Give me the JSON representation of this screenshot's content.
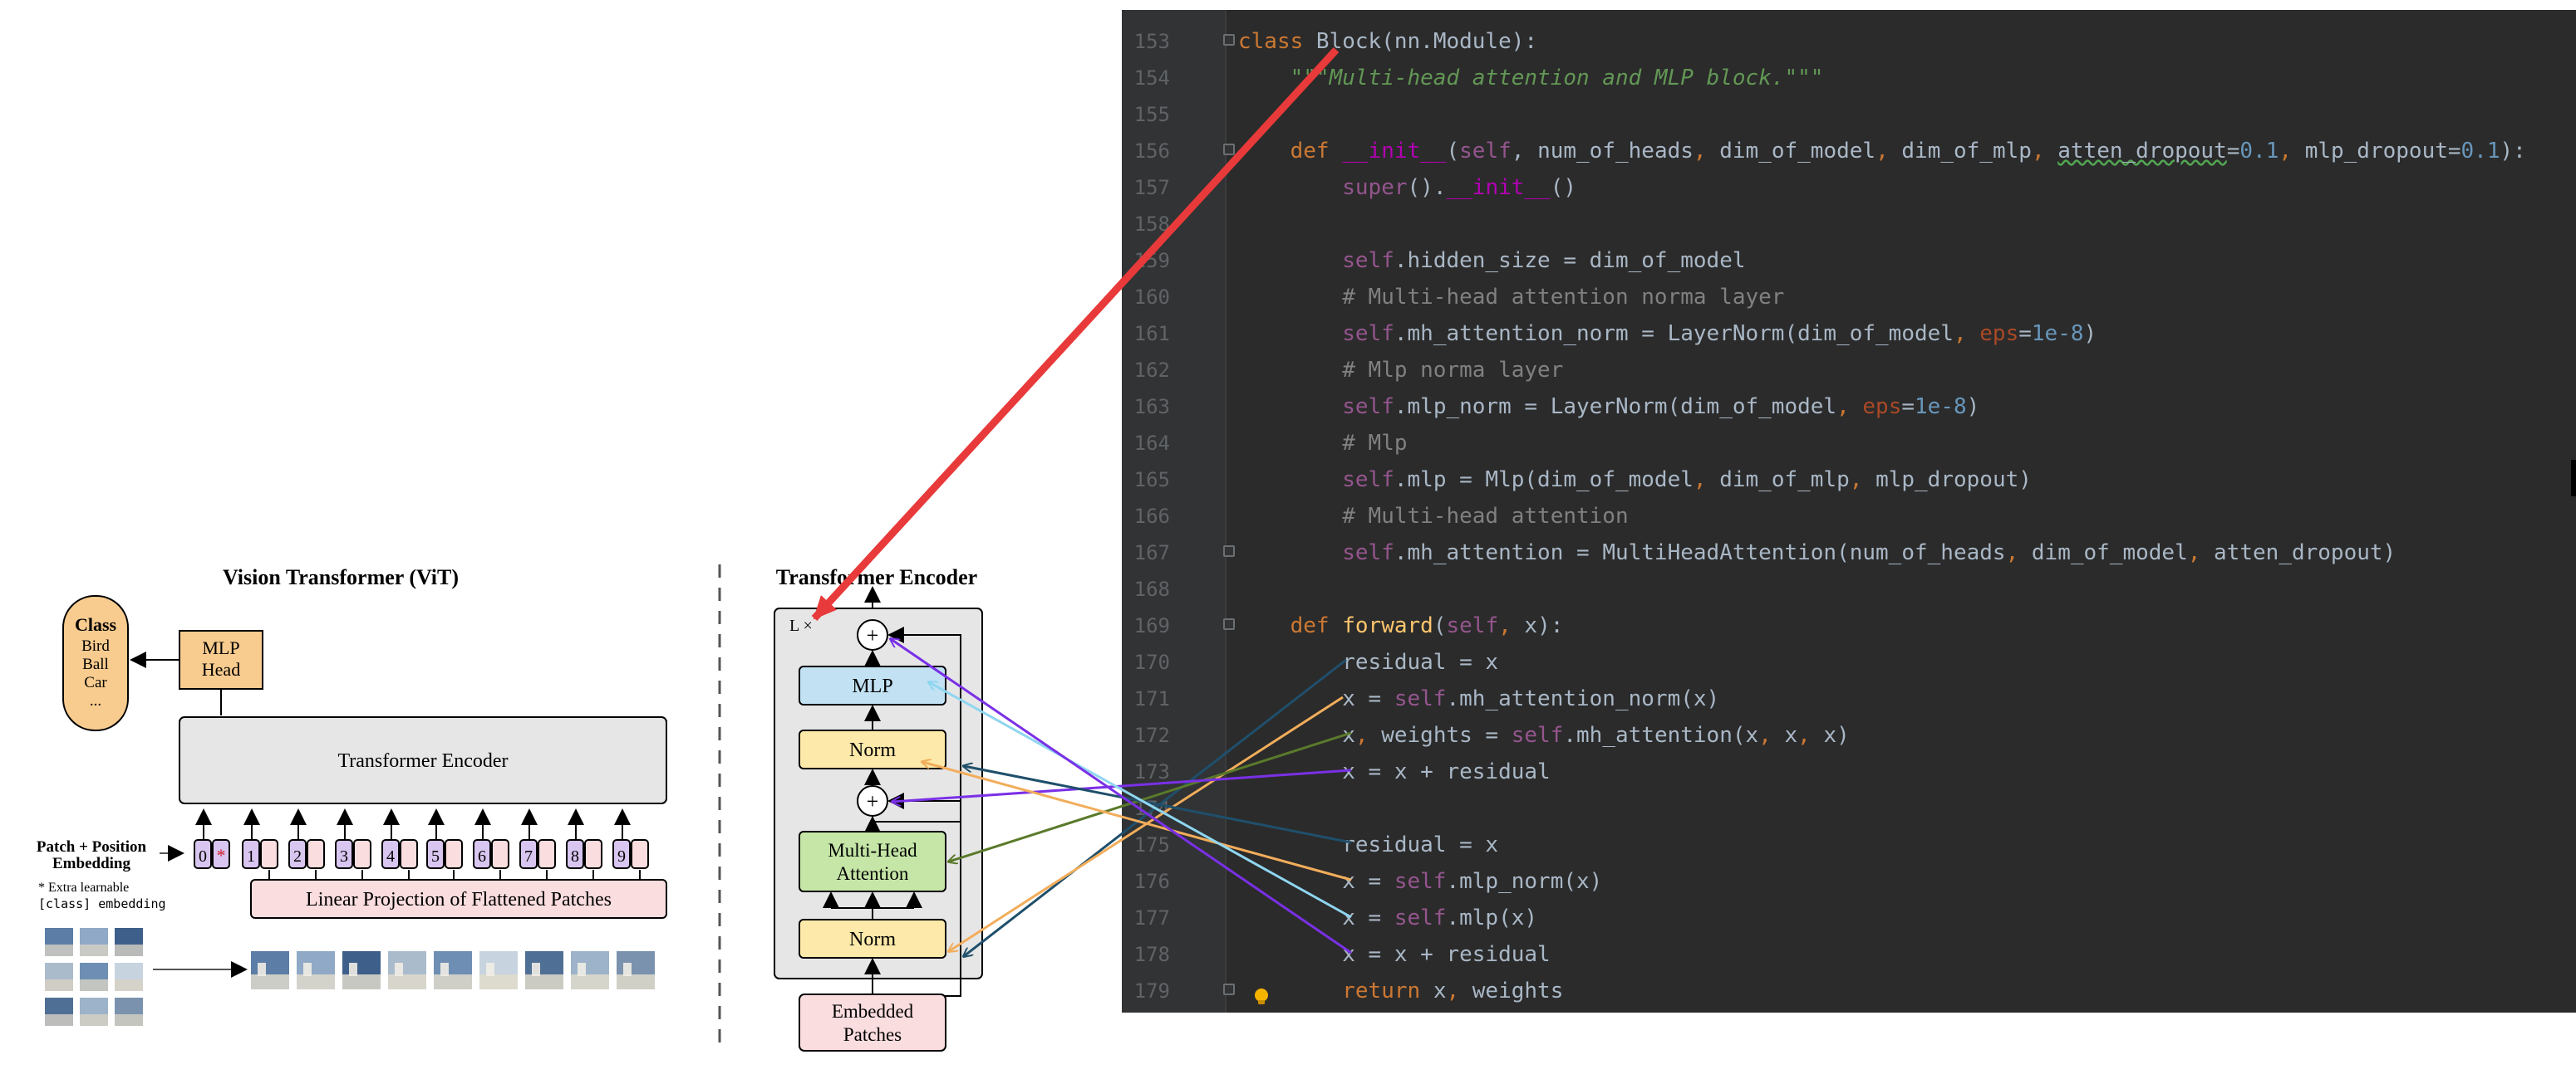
{
  "left": {
    "title": "Vision Transformer (ViT)",
    "class_box": {
      "title": "Class",
      "items": [
        "Bird",
        "Ball",
        "Car",
        "..."
      ]
    },
    "mlp_head": [
      "MLP",
      "Head"
    ],
    "transformer_encoder": "Transformer Encoder",
    "patch_embedding_label": [
      "Patch + Position",
      "Embedding"
    ],
    "extra_note": [
      "* Extra learnable",
      "[class] embedding"
    ],
    "tokens": [
      "0",
      "1",
      "2",
      "3",
      "4",
      "5",
      "6",
      "7",
      "8",
      "9"
    ],
    "star": "*",
    "linear_projection": "Linear Projection of Flattened Patches"
  },
  "right": {
    "title": "Transformer Encoder",
    "repeat_label": "L ×",
    "mlp": "MLP",
    "norm": "Norm",
    "mha": [
      "Multi-Head",
      "Attention"
    ],
    "plus": "+",
    "embedded_patches": [
      "Embedded",
      "Patches"
    ]
  },
  "code": {
    "lines": [
      {
        "n": "153",
        "fold": true,
        "t": [
          [
            "class ",
            "k-kw"
          ],
          [
            "Block",
            "k-cls"
          ],
          [
            "(nn.Module):",
            ""
          ]
        ]
      },
      {
        "n": "154",
        "t": [
          [
            "    ",
            ""
          ],
          [
            "\"\"\"Multi-head attention and MLP block.\"\"\"",
            "k-doc"
          ]
        ]
      },
      {
        "n": "155",
        "t": []
      },
      {
        "n": "156",
        "fold": true,
        "t": [
          [
            "    ",
            ""
          ],
          [
            "def ",
            "k-kw"
          ],
          [
            "__init__",
            "k-magic"
          ],
          [
            "(",
            ""
          ],
          [
            "self",
            "k-self"
          ],
          [
            ", num_of_heads",
            ""
          ],
          [
            ", ",
            "k-kw"
          ],
          [
            "dim_of_model",
            ""
          ],
          [
            ", ",
            "k-kw"
          ],
          [
            "dim_of_mlp",
            ""
          ],
          [
            ", ",
            "k-kw"
          ],
          [
            "atten_dropout",
            "k-sq"
          ],
          [
            "=",
            ""
          ],
          [
            "0.1",
            "k-num"
          ],
          [
            ", ",
            "k-kw"
          ],
          [
            "mlp_dropout=",
            ""
          ],
          [
            "0.1",
            "k-num"
          ],
          [
            "):",
            ""
          ]
        ]
      },
      {
        "n": "157",
        "t": [
          [
            "        ",
            ""
          ],
          [
            "super",
            "k-self"
          ],
          [
            "().",
            ""
          ],
          [
            "__init__",
            "k-magic"
          ],
          [
            "()",
            ""
          ]
        ]
      },
      {
        "n": "158",
        "t": []
      },
      {
        "n": "159",
        "t": [
          [
            "        ",
            ""
          ],
          [
            "self",
            "k-self"
          ],
          [
            ".hidden_size = dim_of_model",
            ""
          ]
        ]
      },
      {
        "n": "160",
        "t": [
          [
            "        ",
            ""
          ],
          [
            "# Multi-head attention norma layer",
            "k-com"
          ]
        ]
      },
      {
        "n": "161",
        "t": [
          [
            "        ",
            ""
          ],
          [
            "self",
            "k-self"
          ],
          [
            ".mh_attention_norm = LayerNorm(dim_of_model",
            ""
          ],
          [
            ", ",
            "k-kw"
          ],
          [
            "eps",
            "k-param"
          ],
          [
            "=",
            ""
          ],
          [
            "1e-8",
            "k-num"
          ],
          [
            ")",
            ""
          ]
        ]
      },
      {
        "n": "162",
        "t": [
          [
            "        ",
            ""
          ],
          [
            "# Mlp norma layer",
            "k-com"
          ]
        ]
      },
      {
        "n": "163",
        "t": [
          [
            "        ",
            ""
          ],
          [
            "self",
            "k-self"
          ],
          [
            ".mlp_norm = LayerNorm(dim_of_model",
            ""
          ],
          [
            ", ",
            "k-kw"
          ],
          [
            "eps",
            "k-param"
          ],
          [
            "=",
            ""
          ],
          [
            "1e-8",
            "k-num"
          ],
          [
            ")",
            ""
          ]
        ]
      },
      {
        "n": "164",
        "t": [
          [
            "        ",
            ""
          ],
          [
            "# Mlp",
            "k-com"
          ]
        ]
      },
      {
        "n": "165",
        "t": [
          [
            "        ",
            ""
          ],
          [
            "self",
            "k-self"
          ],
          [
            ".mlp = Mlp(dim_of_model",
            ""
          ],
          [
            ", ",
            "k-kw"
          ],
          [
            "dim_of_mlp",
            ""
          ],
          [
            ", ",
            "k-kw"
          ],
          [
            "mlp_dropout)",
            ""
          ]
        ]
      },
      {
        "n": "166",
        "t": [
          [
            "        ",
            ""
          ],
          [
            "# Multi-head attention",
            "k-com"
          ]
        ]
      },
      {
        "n": "167",
        "fold": true,
        "t": [
          [
            "        ",
            ""
          ],
          [
            "self",
            "k-self"
          ],
          [
            ".mh_attention = MultiHeadAttention(num_of_heads",
            ""
          ],
          [
            ", ",
            "k-kw"
          ],
          [
            "dim_of_model",
            ""
          ],
          [
            ", ",
            "k-kw"
          ],
          [
            "atten_dropout)",
            ""
          ]
        ]
      },
      {
        "n": "168",
        "t": []
      },
      {
        "n": "169",
        "fold": true,
        "t": [
          [
            "    ",
            ""
          ],
          [
            "def ",
            "k-kw"
          ],
          [
            "forward",
            "k-fn"
          ],
          [
            "(",
            ""
          ],
          [
            "self",
            "k-self"
          ],
          [
            ", ",
            "k-kw"
          ],
          [
            "x):",
            ""
          ]
        ]
      },
      {
        "n": "170",
        "t": [
          [
            "        residual = x",
            ""
          ]
        ]
      },
      {
        "n": "171",
        "t": [
          [
            "        x = ",
            ""
          ],
          [
            "self",
            "k-self"
          ],
          [
            ".mh_attention_norm(x)",
            ""
          ]
        ]
      },
      {
        "n": "172",
        "t": [
          [
            "        x",
            ""
          ],
          [
            ", ",
            "k-kw"
          ],
          [
            "weights = ",
            ""
          ],
          [
            "self",
            "k-self"
          ],
          [
            ".mh_attention(x",
            ""
          ],
          [
            ", ",
            "k-kw"
          ],
          [
            "x",
            ""
          ],
          [
            ", ",
            "k-kw"
          ],
          [
            "x)",
            ""
          ]
        ]
      },
      {
        "n": "173",
        "t": [
          [
            "        x = x + residual",
            ""
          ]
        ]
      },
      {
        "n": "174",
        "t": []
      },
      {
        "n": "175",
        "t": [
          [
            "        residual = x",
            ""
          ]
        ]
      },
      {
        "n": "176",
        "t": [
          [
            "        x = ",
            ""
          ],
          [
            "self",
            "k-self"
          ],
          [
            ".mlp_norm(x)",
            ""
          ]
        ]
      },
      {
        "n": "177",
        "t": [
          [
            "        x = ",
            ""
          ],
          [
            "self",
            "k-self"
          ],
          [
            ".mlp(x)",
            ""
          ]
        ]
      },
      {
        "n": "178",
        "t": [
          [
            "        x = x + residual",
            ""
          ]
        ]
      },
      {
        "n": "179",
        "fold": true,
        "bulb": true,
        "t": [
          [
            "        ",
            ""
          ],
          [
            "return ",
            "k-kw"
          ],
          [
            "x",
            ""
          ],
          [
            ", ",
            "k-kw"
          ],
          [
            "weights",
            ""
          ]
        ]
      }
    ]
  },
  "colors": {
    "red": "#e83a3a",
    "teal": "#2e6b8c",
    "orange": "#f2ad5b",
    "olive": "#5a7a2a",
    "purple": "#7a30e6",
    "lightblue": "#8fd6f0",
    "navy": "#1f4f6b"
  },
  "icons": [
    "fold-icon",
    "bulb-icon",
    "plus-icon",
    "arrow-icon"
  ]
}
